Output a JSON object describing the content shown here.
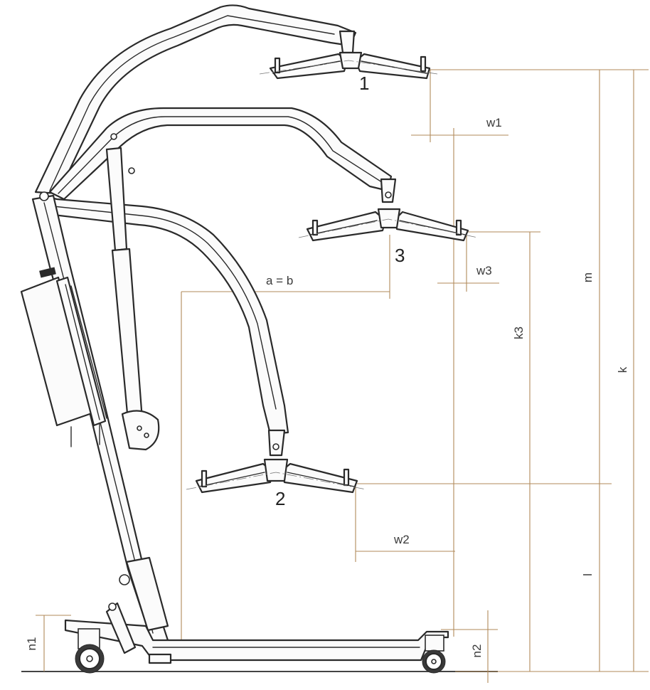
{
  "labels": {
    "pos1": "1",
    "pos2": "2",
    "pos3": "3",
    "w1": "w1",
    "w2": "w2",
    "w3": "w3",
    "ab": "a = b",
    "m": "m",
    "k": "k",
    "k3": "k3",
    "l": "l",
    "n1": "n1",
    "n2": "n2"
  },
  "colors": {
    "dimension_line": "#b08a5a",
    "frame": "#2a2a2a"
  }
}
